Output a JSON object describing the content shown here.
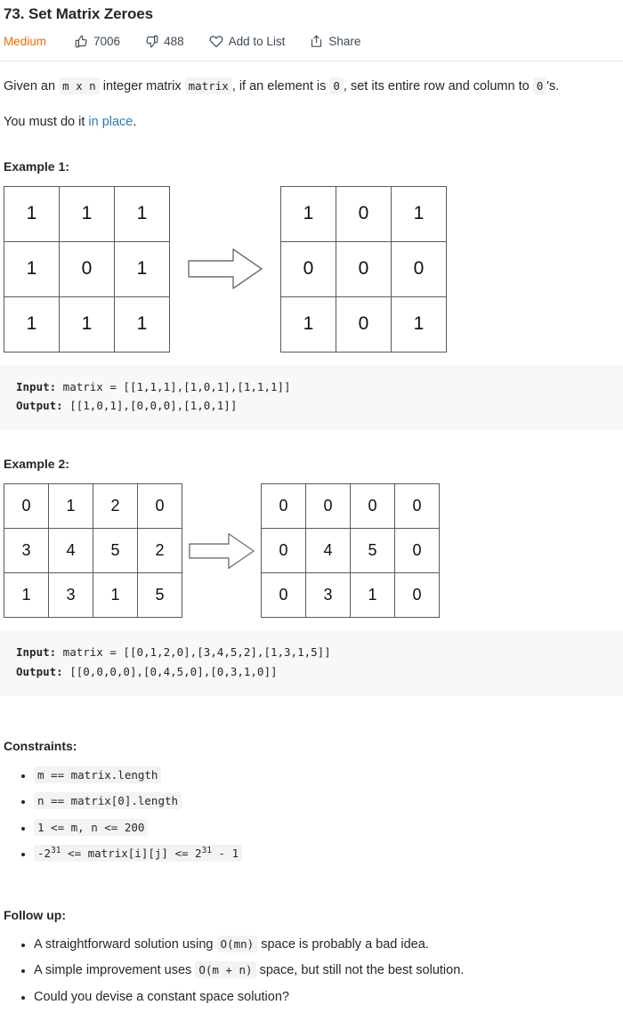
{
  "header": {
    "title": "73. Set Matrix Zeroes",
    "difficulty": "Medium",
    "difficulty_color": "#ee6e00",
    "likes": "7006",
    "dislikes": "488",
    "add_to_list": "Add to List",
    "share": "Share"
  },
  "description": {
    "line1_a": "Given an ",
    "line1_code1": "m x n",
    "line1_b": " integer matrix ",
    "line1_code2": "matrix",
    "line1_c": ", if an element is ",
    "line1_code3": "0",
    "line1_d": ", set its entire row and column to ",
    "line1_code4": "0",
    "line1_e": "'s.",
    "line2_a": "You must do it ",
    "line2_link": "in place",
    "line2_b": "."
  },
  "examples": [
    {
      "heading": "Example 1:",
      "input_label": "Input:",
      "input_value": " matrix = [[1,1,1],[1,0,1],[1,1,1]]",
      "output_label": "Output:",
      "output_value": " [[1,0,1],[0,0,0],[1,0,1]]",
      "arrow": "right-arrow",
      "before": {
        "rows": 3,
        "cols": 3,
        "cells": [
          [
            {
              "v": "1",
              "h": ""
            },
            {
              "v": "1",
              "h": ""
            },
            {
              "v": "1",
              "h": ""
            }
          ],
          [
            {
              "v": "1",
              "h": ""
            },
            {
              "v": "0",
              "h": "pink"
            },
            {
              "v": "1",
              "h": ""
            }
          ],
          [
            {
              "v": "1",
              "h": ""
            },
            {
              "v": "1",
              "h": ""
            },
            {
              "v": "1",
              "h": ""
            }
          ]
        ]
      },
      "after": {
        "rows": 3,
        "cols": 3,
        "cells": [
          [
            {
              "v": "1",
              "h": ""
            },
            {
              "v": "0",
              "h": "blue"
            },
            {
              "v": "1",
              "h": ""
            }
          ],
          [
            {
              "v": "0",
              "h": "blue"
            },
            {
              "v": "0",
              "h": "pink"
            },
            {
              "v": "0",
              "h": "blue"
            }
          ],
          [
            {
              "v": "1",
              "h": ""
            },
            {
              "v": "0",
              "h": "blue"
            },
            {
              "v": "1",
              "h": ""
            }
          ]
        ]
      }
    },
    {
      "heading": "Example 2:",
      "input_label": "Input:",
      "input_value": " matrix = [[0,1,2,0],[3,4,5,2],[1,3,1,5]]",
      "output_label": "Output:",
      "output_value": " [[0,0,0,0],[0,4,5,0],[0,3,1,0]]",
      "arrow": "right-arrow",
      "before": {
        "rows": 3,
        "cols": 4,
        "cells": [
          [
            {
              "v": "0",
              "h": "pink"
            },
            {
              "v": "1",
              "h": ""
            },
            {
              "v": "2",
              "h": ""
            },
            {
              "v": "0",
              "h": "pink"
            }
          ],
          [
            {
              "v": "3",
              "h": ""
            },
            {
              "v": "4",
              "h": ""
            },
            {
              "v": "5",
              "h": ""
            },
            {
              "v": "2",
              "h": ""
            }
          ],
          [
            {
              "v": "1",
              "h": ""
            },
            {
              "v": "3",
              "h": ""
            },
            {
              "v": "1",
              "h": ""
            },
            {
              "v": "5",
              "h": ""
            }
          ]
        ]
      },
      "after": {
        "rows": 3,
        "cols": 4,
        "cells": [
          [
            {
              "v": "0",
              "h": "pink"
            },
            {
              "v": "0",
              "h": "blue"
            },
            {
              "v": "0",
              "h": "blue"
            },
            {
              "v": "0",
              "h": "pink"
            }
          ],
          [
            {
              "v": "0",
              "h": "blue"
            },
            {
              "v": "4",
              "h": ""
            },
            {
              "v": "5",
              "h": ""
            },
            {
              "v": "0",
              "h": "blue"
            }
          ],
          [
            {
              "v": "0",
              "h": "blue"
            },
            {
              "v": "3",
              "h": ""
            },
            {
              "v": "1",
              "h": ""
            },
            {
              "v": "0",
              "h": "blue"
            }
          ]
        ]
      }
    }
  ],
  "constraints": {
    "heading": "Constraints:",
    "items": [
      {
        "code": "m == matrix.length"
      },
      {
        "code": "n == matrix[0].length"
      },
      {
        "code": "1 <= m, n <= 200"
      },
      {
        "pre": "-2",
        "sup1": "31",
        "mid": " <= matrix[i][j] <= 2",
        "sup2": "31",
        "post": " - 1"
      }
    ]
  },
  "followup": {
    "heading": "Follow up:",
    "items": [
      {
        "a": "A straightforward solution using ",
        "code": "O(mn)",
        "b": " space is probably a bad idea."
      },
      {
        "a": "A simple improvement uses ",
        "code": "O(m + n)",
        "b": " space, but still not the best solution."
      },
      {
        "a": "Could you devise a constant space solution?",
        "code": "",
        "b": ""
      }
    ]
  },
  "colors": {
    "pink": "#e7d7e7",
    "blue": "#d7e5f5",
    "border": "#555b60",
    "code_bg": "#f7f8fa"
  }
}
